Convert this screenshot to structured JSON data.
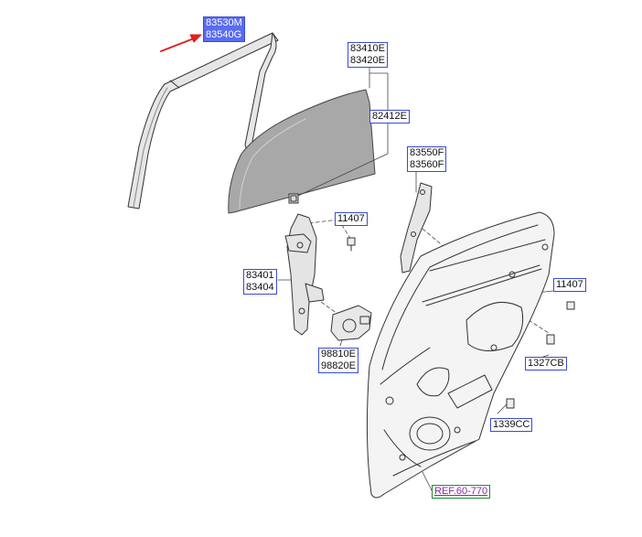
{
  "diagram": {
    "accent_color": "#5a6cf0",
    "arrow_color": "#e02020",
    "ref_color": "#8a2aa0",
    "labels": {
      "run_channel": [
        "83530M",
        "83540G"
      ],
      "glass": [
        "83410E",
        "83420E"
      ],
      "glass_clip": "82412E",
      "sash": [
        "83550F",
        "83560F"
      ],
      "bolt_a": "11407",
      "bolt_b": "11407",
      "regulator": [
        "83401",
        "83404"
      ],
      "motor": [
        "98810E",
        "98820E"
      ],
      "clip_a": "1327CB",
      "clip_b": "1339CC",
      "reference": "REF.60-770"
    }
  }
}
